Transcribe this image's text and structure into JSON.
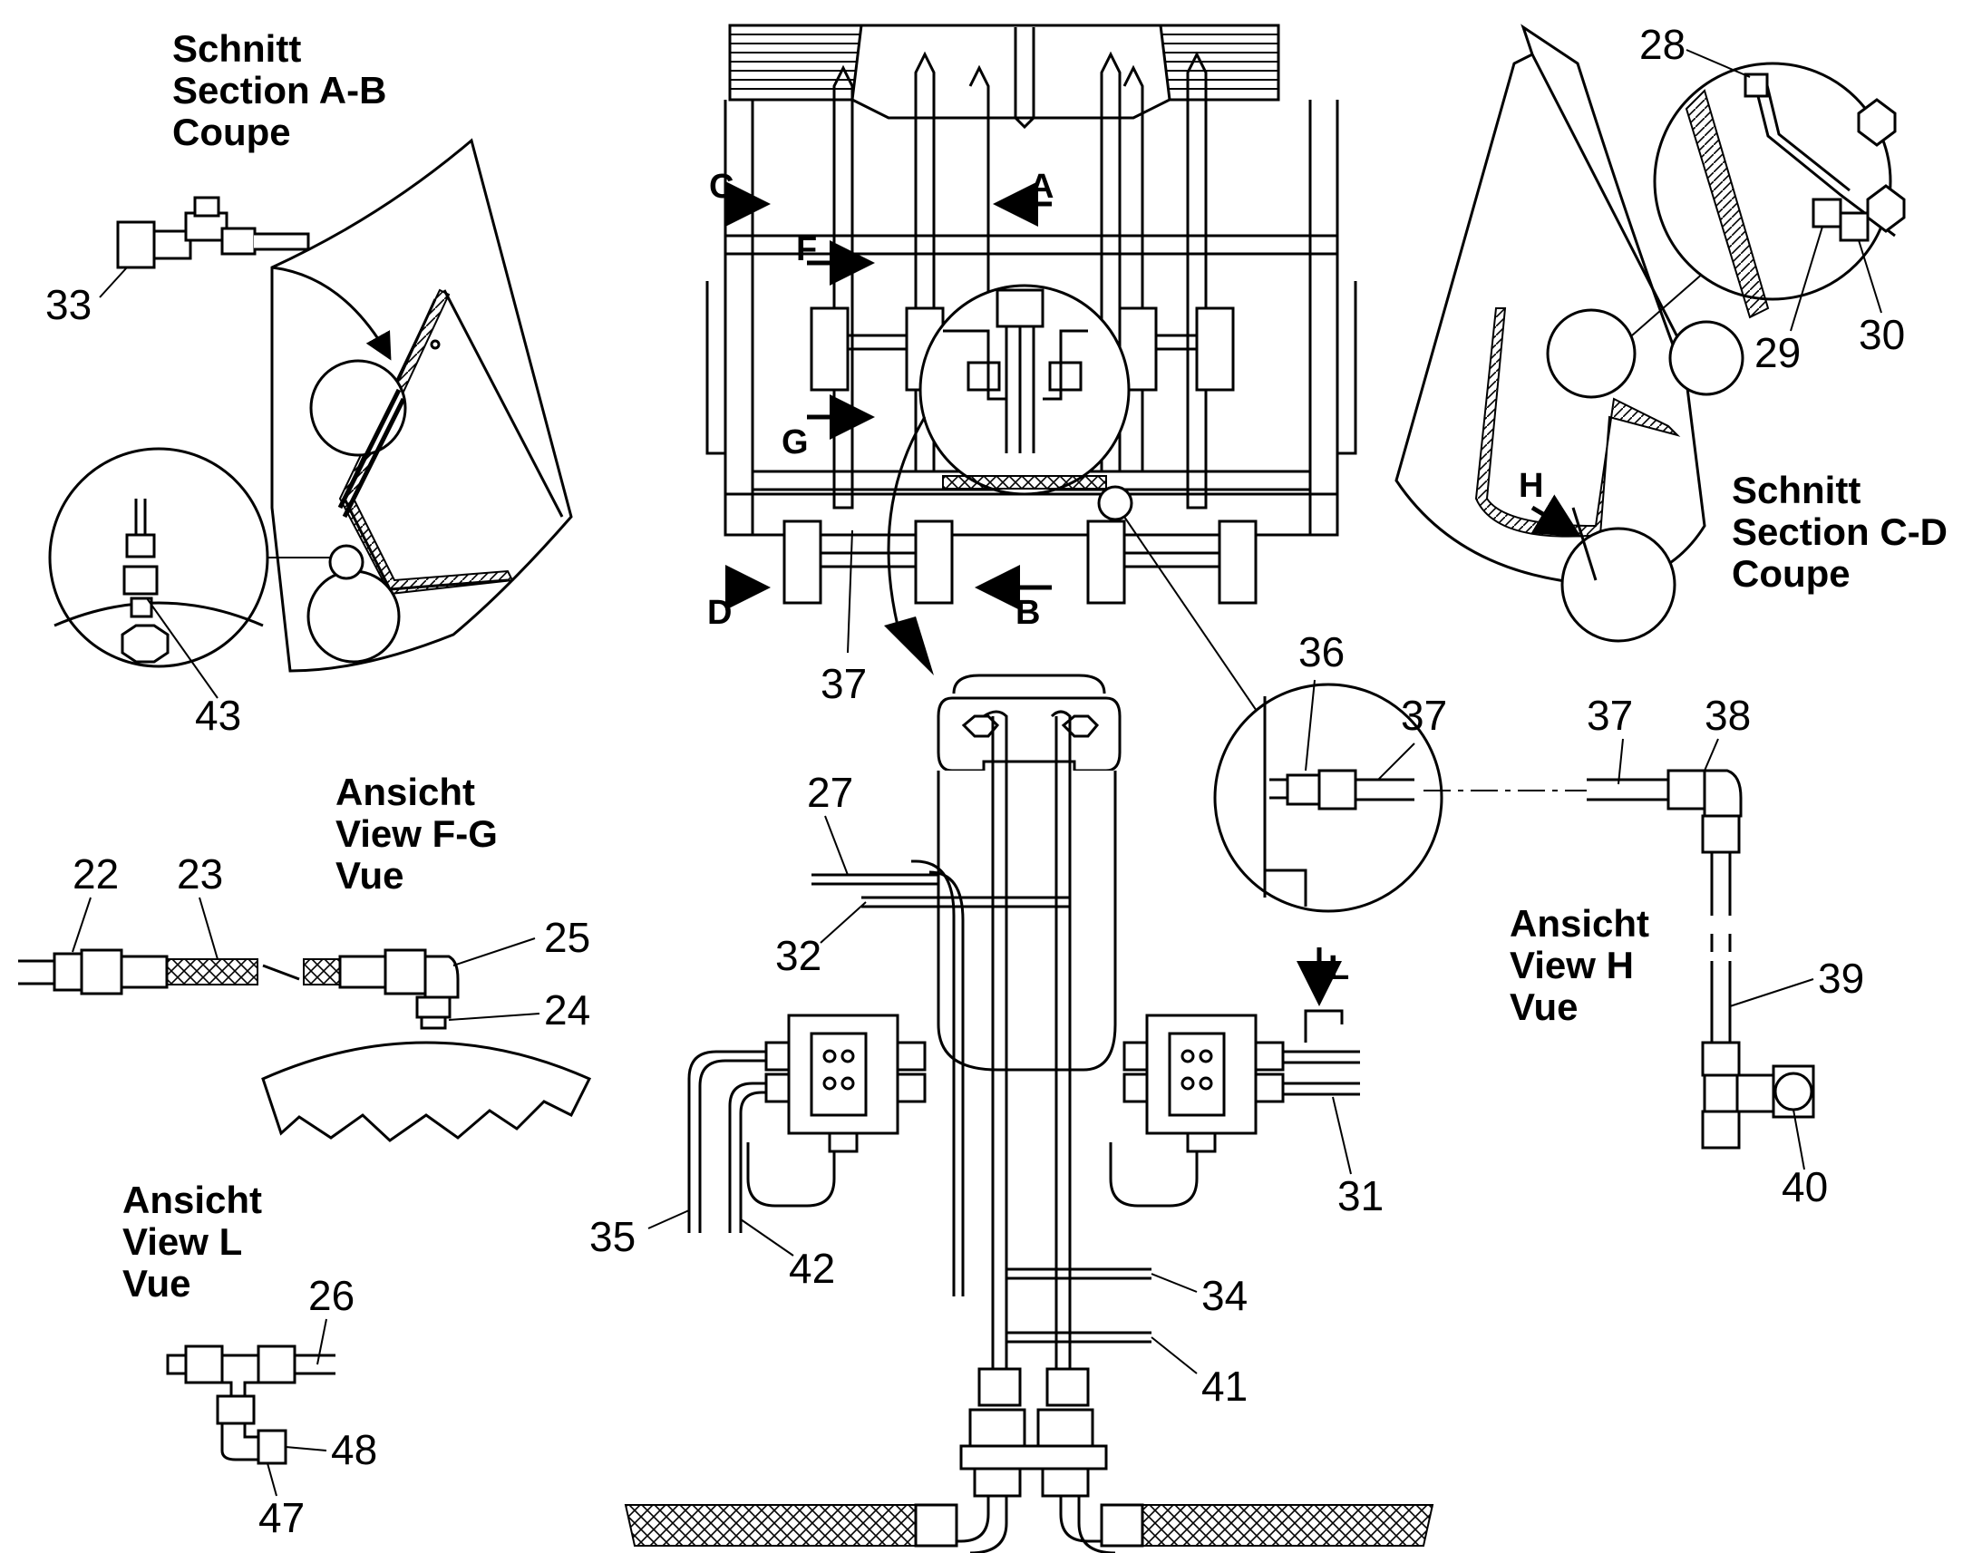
{
  "titles": {
    "section_ab": [
      "Schnitt",
      "Section  A-B",
      "Coupe"
    ],
    "section_cd": [
      "Schnitt",
      "Section  C-D",
      "Coupe"
    ],
    "view_fg": [
      "Ansicht",
      "View     F-G",
      "Vue"
    ],
    "view_h": [
      "Ansicht",
      "View     H",
      "Vue"
    ],
    "view_l": [
      "Ansicht",
      "View     L",
      "Vue"
    ]
  },
  "section_markers": [
    "A",
    "B",
    "C",
    "D",
    "F",
    "G",
    "H",
    "L"
  ],
  "part_numbers": [
    "22",
    "23",
    "24",
    "25",
    "26",
    "27",
    "28",
    "29",
    "30",
    "31",
    "32",
    "33",
    "34",
    "35",
    "36",
    "37",
    "37",
    "37",
    "38",
    "39",
    "40",
    "41",
    "42",
    "43",
    "47",
    "48"
  ],
  "icons": [
    "hex-bolt-icon",
    "flange-bolt-icon",
    "section-arrow-icon",
    "hose-braid-icon"
  ]
}
